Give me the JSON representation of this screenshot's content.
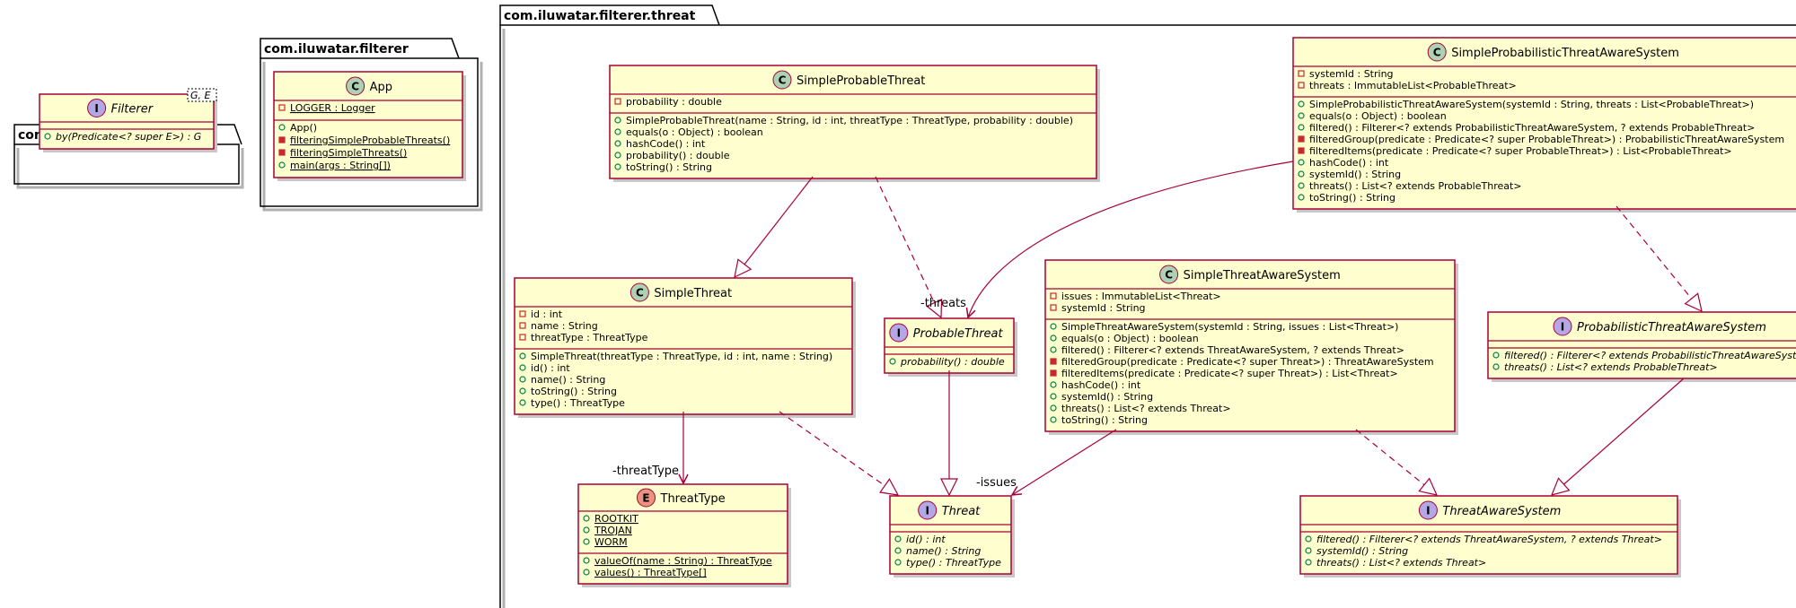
{
  "packages": [
    {
      "id": "pkg-domain",
      "name": "com.iluwatar.filterer.domain"
    },
    {
      "id": "pkg-filterer",
      "name": "com.iluwatar.filterer"
    },
    {
      "id": "pkg-threat",
      "name": "com.iluwatar.filterer.threat"
    }
  ],
  "classes": [
    {
      "id": "filterer",
      "name": "Filterer",
      "kind": "I",
      "abstract_name": true,
      "generics": "G, E",
      "fields": [],
      "methods": [
        {
          "vis": "+",
          "text": "by(Predicate<? super E>) : G",
          "abstract": true
        }
      ]
    },
    {
      "id": "app",
      "name": "App",
      "kind": "C",
      "fields": [
        {
          "vis": "-",
          "text": "LOGGER : Logger",
          "static": true
        }
      ],
      "methods": [
        {
          "vis": "+",
          "text": "App()"
        },
        {
          "vis": "-",
          "text": "filteringSimpleProbableThreats()",
          "static": true
        },
        {
          "vis": "-",
          "text": "filteringSimpleThreats()",
          "static": true
        },
        {
          "vis": "+",
          "text": "main(args : String[])",
          "static": true
        }
      ]
    },
    {
      "id": "simple-probable-threat",
      "name": "SimpleProbableThreat",
      "kind": "C",
      "fields": [
        {
          "vis": "-",
          "text": "probability : double"
        }
      ],
      "methods": [
        {
          "vis": "+",
          "text": "SimpleProbableThreat(name : String, id : int, threatType : ThreatType, probability : double)"
        },
        {
          "vis": "+",
          "text": "equals(o : Object) : boolean"
        },
        {
          "vis": "+",
          "text": "hashCode() : int"
        },
        {
          "vis": "+",
          "text": "probability() : double"
        },
        {
          "vis": "+",
          "text": "toString() : String"
        }
      ]
    },
    {
      "id": "simple-probabilistic-threat-aware-system",
      "name": "SimpleProbabilisticThreatAwareSystem",
      "kind": "C",
      "fields": [
        {
          "vis": "-",
          "text": "systemId : String"
        },
        {
          "vis": "-",
          "text": "threats : ImmutableList<ProbableThreat>"
        }
      ],
      "methods": [
        {
          "vis": "+",
          "text": "SimpleProbabilisticThreatAwareSystem(systemId : String, threats : List<ProbableThreat>)"
        },
        {
          "vis": "+",
          "text": "equals(o : Object) : boolean"
        },
        {
          "vis": "+",
          "text": "filtered() : Filterer<? extends ProbabilisticThreatAwareSystem, ? extends ProbableThreat>"
        },
        {
          "vis": "-",
          "text": "filteredGroup(predicate : Predicate<? super ProbableThreat>) : ProbabilisticThreatAwareSystem"
        },
        {
          "vis": "-",
          "text": "filteredItems(predicate : Predicate<? super ProbableThreat>) : List<ProbableThreat>"
        },
        {
          "vis": "+",
          "text": "hashCode() : int"
        },
        {
          "vis": "+",
          "text": "systemId() : String"
        },
        {
          "vis": "+",
          "text": "threats() : List<? extends ProbableThreat>"
        },
        {
          "vis": "+",
          "text": "toString() : String"
        }
      ]
    },
    {
      "id": "simple-threat",
      "name": "SimpleThreat",
      "kind": "C",
      "fields": [
        {
          "vis": "-",
          "text": "id : int"
        },
        {
          "vis": "-",
          "text": "name : String"
        },
        {
          "vis": "-",
          "text": "threatType : ThreatType"
        }
      ],
      "methods": [
        {
          "vis": "+",
          "text": "SimpleThreat(threatType : ThreatType, id : int, name : String)"
        },
        {
          "vis": "+",
          "text": "id() : int"
        },
        {
          "vis": "+",
          "text": "name() : String"
        },
        {
          "vis": "+",
          "text": "toString() : String"
        },
        {
          "vis": "+",
          "text": "type() : ThreatType"
        }
      ]
    },
    {
      "id": "probable-threat",
      "name": "ProbableThreat",
      "kind": "I",
      "abstract_name": true,
      "fields": [],
      "methods": [
        {
          "vis": "+",
          "text": "probability() : double",
          "abstract": true
        }
      ]
    },
    {
      "id": "simple-threat-aware-system",
      "name": "SimpleThreatAwareSystem",
      "kind": "C",
      "fields": [
        {
          "vis": "-",
          "text": "issues : ImmutableList<Threat>"
        },
        {
          "vis": "-",
          "text": "systemId : String"
        }
      ],
      "methods": [
        {
          "vis": "+",
          "text": "SimpleThreatAwareSystem(systemId : String, issues : List<Threat>)"
        },
        {
          "vis": "+",
          "text": "equals(o : Object) : boolean"
        },
        {
          "vis": "+",
          "text": "filtered() : Filterer<? extends ThreatAwareSystem, ? extends Threat>"
        },
        {
          "vis": "-",
          "text": "filteredGroup(predicate : Predicate<? super Threat>) : ThreatAwareSystem"
        },
        {
          "vis": "-",
          "text": "filteredItems(predicate : Predicate<? super Threat>) : List<Threat>"
        },
        {
          "vis": "+",
          "text": "hashCode() : int"
        },
        {
          "vis": "+",
          "text": "systemId() : String"
        },
        {
          "vis": "+",
          "text": "threats() : List<? extends Threat>"
        },
        {
          "vis": "+",
          "text": "toString() : String"
        }
      ]
    },
    {
      "id": "probabilistic-threat-aware-system",
      "name": "ProbabilisticThreatAwareSystem",
      "kind": "I",
      "abstract_name": true,
      "fields": [],
      "methods": [
        {
          "vis": "+",
          "text": "filtered() : Filterer<? extends ProbabilisticThreatAwareSystem, ? extends ProbableThreat>",
          "abstract": true
        },
        {
          "vis": "+",
          "text": "threats() : List<? extends ProbableThreat>",
          "abstract": true
        }
      ]
    },
    {
      "id": "threat-type",
      "name": "ThreatType",
      "kind": "E",
      "fields": [
        {
          "vis": "+",
          "text": "ROOTKIT",
          "static": true
        },
        {
          "vis": "+",
          "text": "TROJAN",
          "static": true
        },
        {
          "vis": "+",
          "text": "WORM",
          "static": true
        }
      ],
      "methods": [
        {
          "vis": "+",
          "text": "valueOf(name : String) : ThreatType",
          "static": true
        },
        {
          "vis": "+",
          "text": "values() : ThreatType[]",
          "static": true
        }
      ]
    },
    {
      "id": "threat",
      "name": "Threat",
      "kind": "I",
      "abstract_name": true,
      "fields": [],
      "methods": [
        {
          "vis": "+",
          "text": "id() : int",
          "abstract": true
        },
        {
          "vis": "+",
          "text": "name() : String",
          "abstract": true
        },
        {
          "vis": "+",
          "text": "type() : ThreatType",
          "abstract": true
        }
      ]
    },
    {
      "id": "threat-aware-system",
      "name": "ThreatAwareSystem",
      "kind": "I",
      "abstract_name": true,
      "fields": [],
      "methods": [
        {
          "vis": "+",
          "text": "filtered() : Filterer<? extends ThreatAwareSystem, ? extends Threat>",
          "abstract": true
        },
        {
          "vis": "+",
          "text": "systemId() : String",
          "abstract": true
        },
        {
          "vis": "+",
          "text": "threats() : List<? extends Threat>",
          "abstract": true
        }
      ]
    }
  ],
  "relations": [
    {
      "id": "spt-extends-st",
      "from": "simple-probable-threat",
      "to": "simple-threat",
      "type": "extends"
    },
    {
      "id": "spt-implements-pt",
      "from": "simple-probable-threat",
      "to": "probable-threat",
      "type": "implements"
    },
    {
      "id": "spats-assoc-pt",
      "from": "simple-probabilistic-threat-aware-system",
      "to": "probable-threat",
      "type": "association",
      "label": "-threats"
    },
    {
      "id": "spats-implements-pats",
      "from": "simple-probabilistic-threat-aware-system",
      "to": "probabilistic-threat-aware-system",
      "type": "implements"
    },
    {
      "id": "st-assoc-tt",
      "from": "simple-threat",
      "to": "threat-type",
      "type": "association",
      "label": "-threatType"
    },
    {
      "id": "st-implements-t",
      "from": "simple-threat",
      "to": "threat",
      "type": "implements"
    },
    {
      "id": "pt-extends-t",
      "from": "probable-threat",
      "to": "threat",
      "type": "extends"
    },
    {
      "id": "stas-assoc-t",
      "from": "simple-threat-aware-system",
      "to": "threat",
      "type": "association",
      "label": "-issues"
    },
    {
      "id": "stas-implements-tas",
      "from": "simple-threat-aware-system",
      "to": "threat-aware-system",
      "type": "implements"
    },
    {
      "id": "pats-extends-tas",
      "from": "probabilistic-threat-aware-system",
      "to": "threat-aware-system",
      "type": "extends"
    }
  ],
  "colors": {
    "box_fill": "#FEFECE",
    "box_border": "#A80036",
    "class_badge": "#ADD1B2",
    "interface_badge": "#B4A7E5",
    "enum_badge": "#EB937F"
  }
}
